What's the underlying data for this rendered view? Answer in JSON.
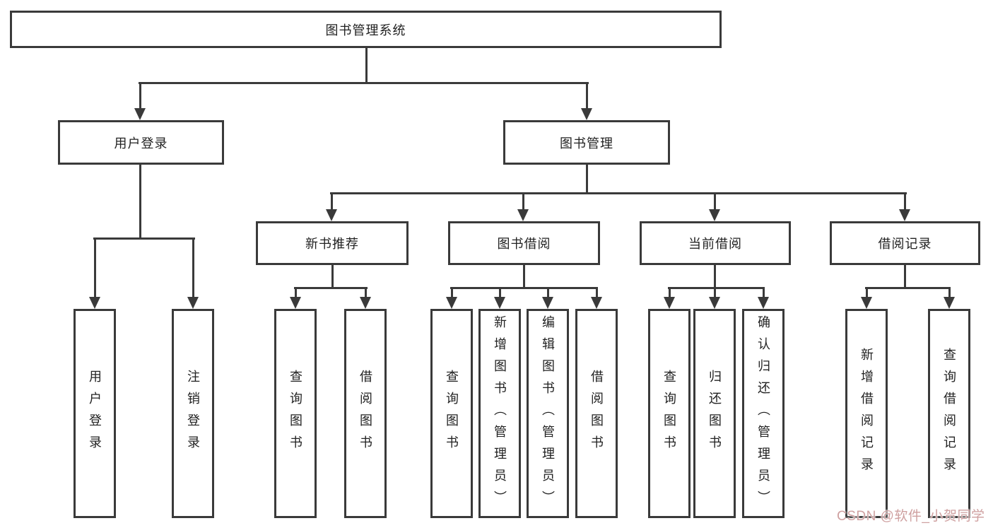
{
  "title": "图书管理系统",
  "level2": [
    {
      "label": "用户登录"
    },
    {
      "label": "图书管理"
    }
  ],
  "level3": [
    {
      "label": "新书推荐"
    },
    {
      "label": "图书借阅"
    },
    {
      "label": "当前借阅"
    },
    {
      "label": "借阅记录"
    }
  ],
  "leaves": [
    {
      "label": "用户登录",
      "parent": "用户登录"
    },
    {
      "label": "注销登录",
      "parent": "用户登录"
    },
    {
      "label": "查询图书",
      "parent": "新书推荐"
    },
    {
      "label": "借阅图书",
      "parent": "新书推荐"
    },
    {
      "label": "查询图书",
      "parent": "图书借阅"
    },
    {
      "label": "新增图书（管理员）",
      "parent": "图书借阅"
    },
    {
      "label": "编辑图书（管理员）",
      "parent": "图书借阅"
    },
    {
      "label": "借阅图书",
      "parent": "图书借阅"
    },
    {
      "label": "查询图书",
      "parent": "当前借阅"
    },
    {
      "label": "归还图书",
      "parent": "当前借阅"
    },
    {
      "label": "确认归还（管理员）",
      "parent": "当前借阅"
    },
    {
      "label": "新增借阅记录",
      "parent": "借阅记录"
    },
    {
      "label": "查询借阅记录",
      "parent": "借阅记录"
    }
  ],
  "watermark": {
    "text": "CSDN @软件_小贺同学",
    "color": "#cfa0a0"
  },
  "colors": {
    "line": "#3a3a3a",
    "text": "#222222",
    "background": "#ffffff"
  }
}
